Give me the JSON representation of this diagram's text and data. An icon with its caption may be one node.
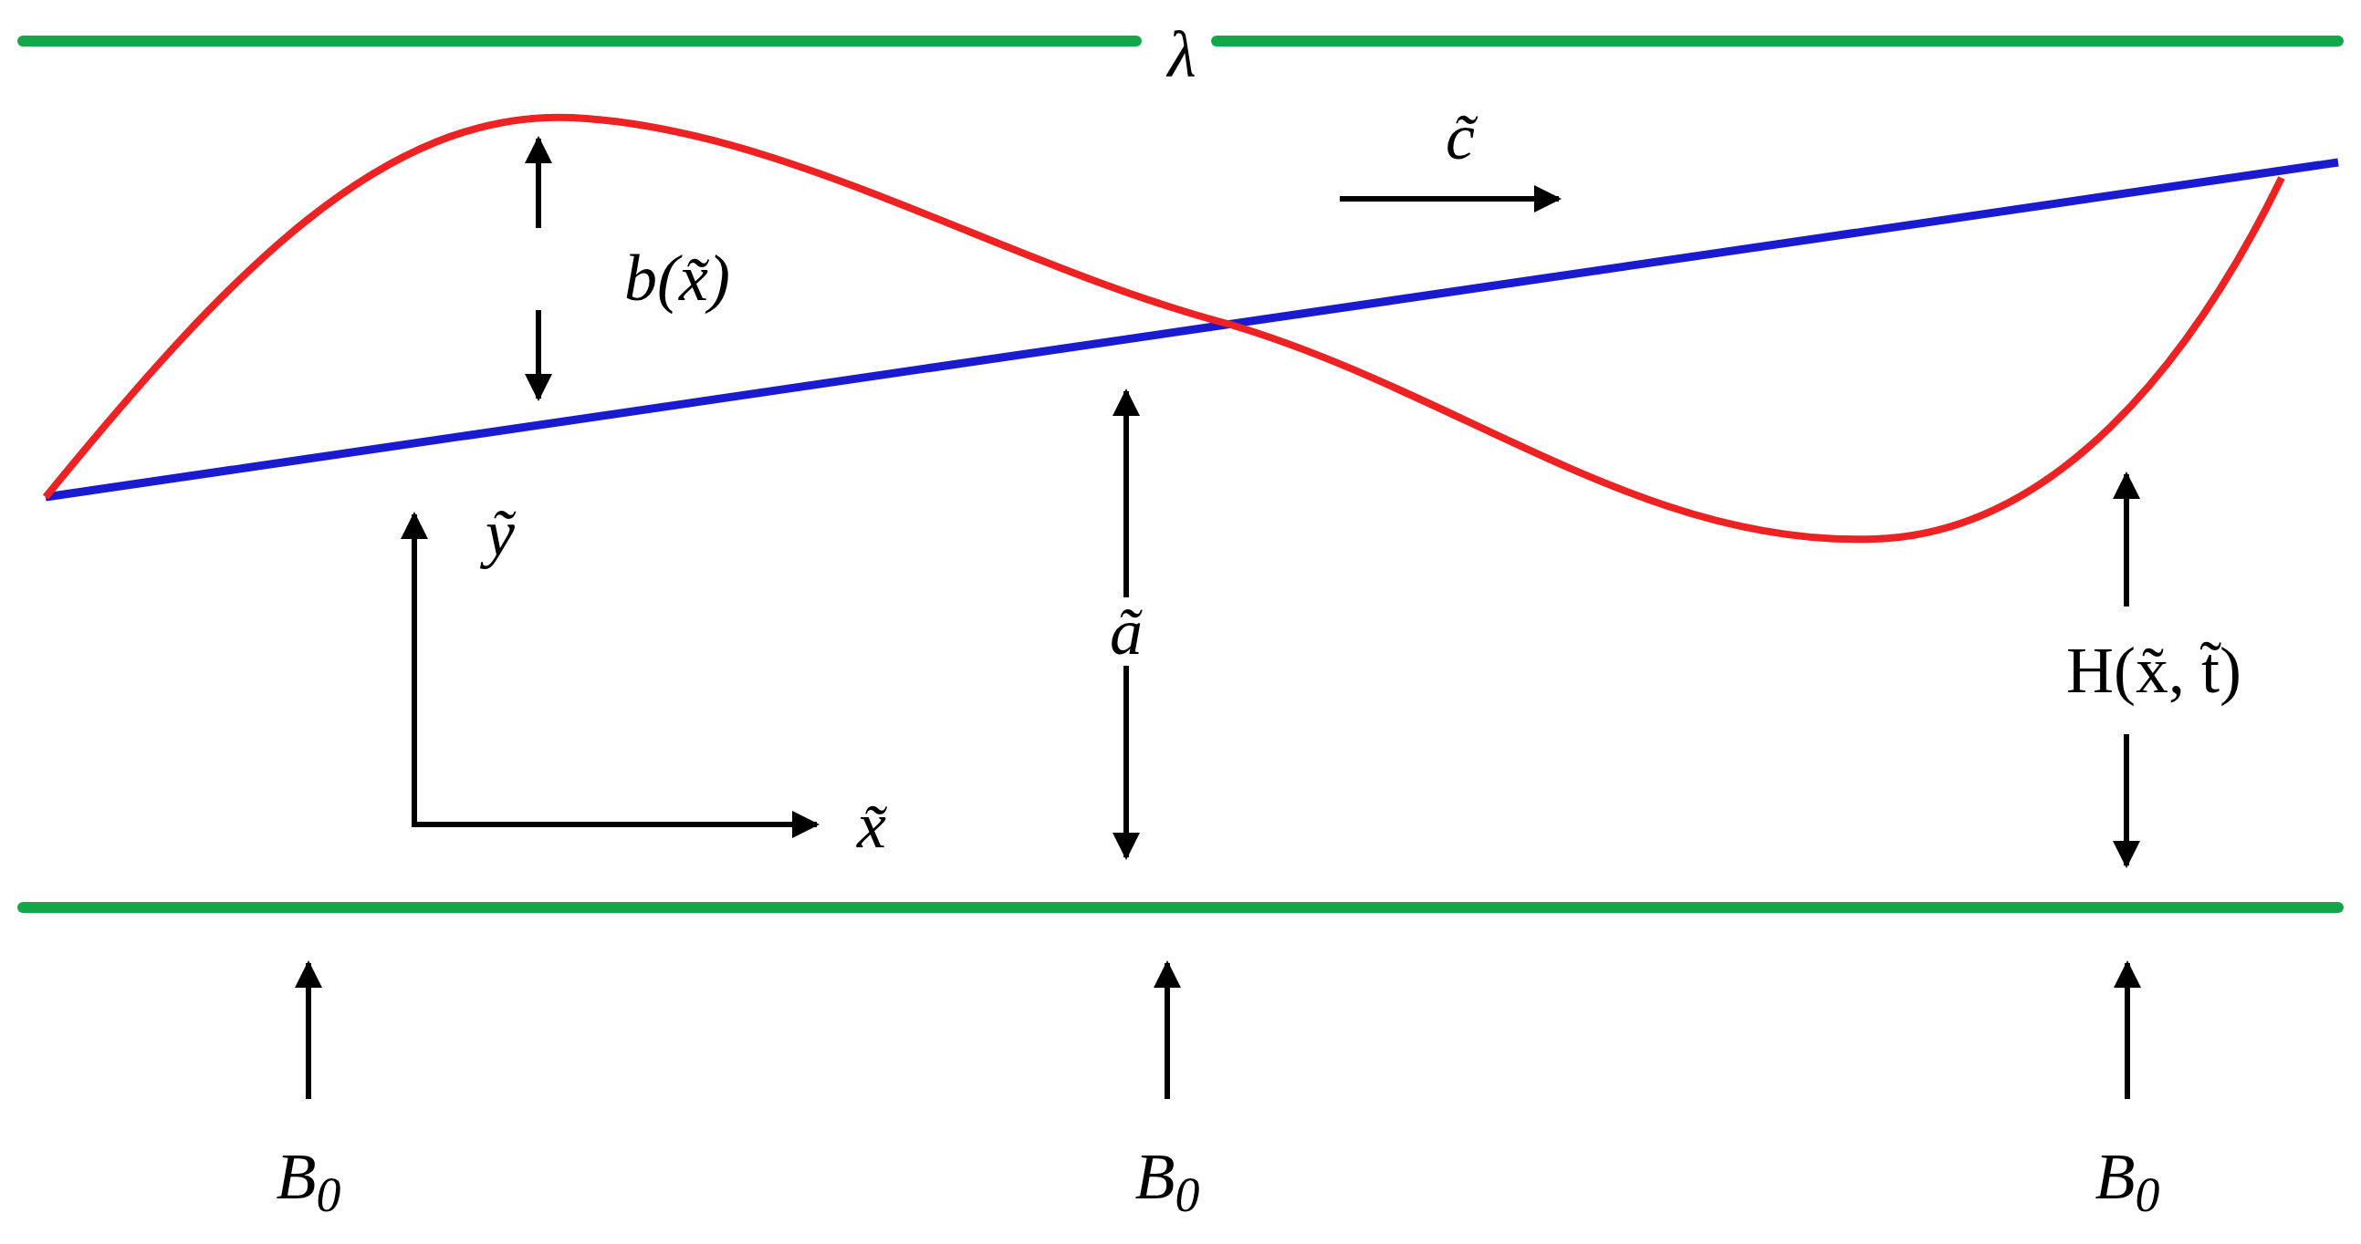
{
  "diagram": {
    "labels": [
      "λ",
      "c̃",
      "b(x̃)",
      "ỹ",
      "x̃",
      "ã",
      "H(x̃, t̃)",
      "B$_{0}$",
      "B$_{0}$",
      "B$_{0}$"
    ]
  }
}
